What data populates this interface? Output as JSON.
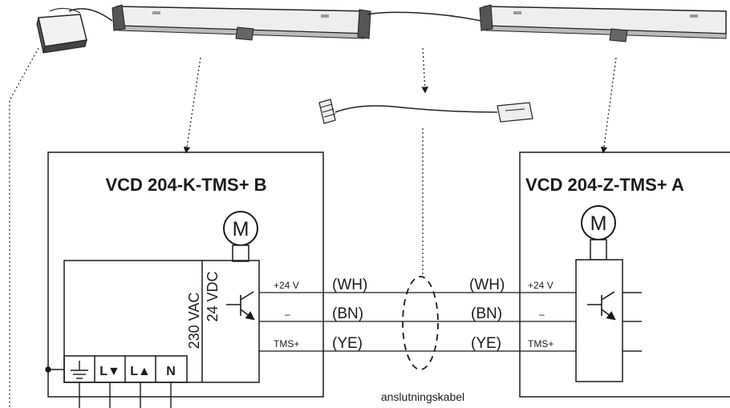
{
  "unit_b": {
    "title": "VCD 204-K-TMS+ B",
    "motor_symbol": "M",
    "voltage_ac": "230 VAC",
    "voltage_dc": "24 VDC",
    "terminals": [
      "L▼",
      "L▲",
      "N"
    ],
    "outputs": [
      {
        "label": "+24 V",
        "wire": "(WH)"
      },
      {
        "label": "–",
        "wire": "(BN)"
      },
      {
        "label": "TMS+",
        "wire": "(YE)"
      }
    ]
  },
  "unit_a": {
    "title": "VCD 204-Z-TMS+ A",
    "motor_symbol": "M",
    "inputs": [
      {
        "label": "+24 V",
        "wire": "(WH)"
      },
      {
        "label": "–",
        "wire": "(BN)"
      },
      {
        "label": "TMS+",
        "wire": "(YE)"
      }
    ]
  },
  "cable_label": "anslutningskabel",
  "icons": {
    "actuator": "window-chain-actuator-icon",
    "control_box": "junction-box-icon",
    "cable": "connection-cable-icon",
    "motor": "motor-symbol-icon",
    "transistor": "transistor-symbol-icon",
    "earth": "earth-ground-icon"
  }
}
